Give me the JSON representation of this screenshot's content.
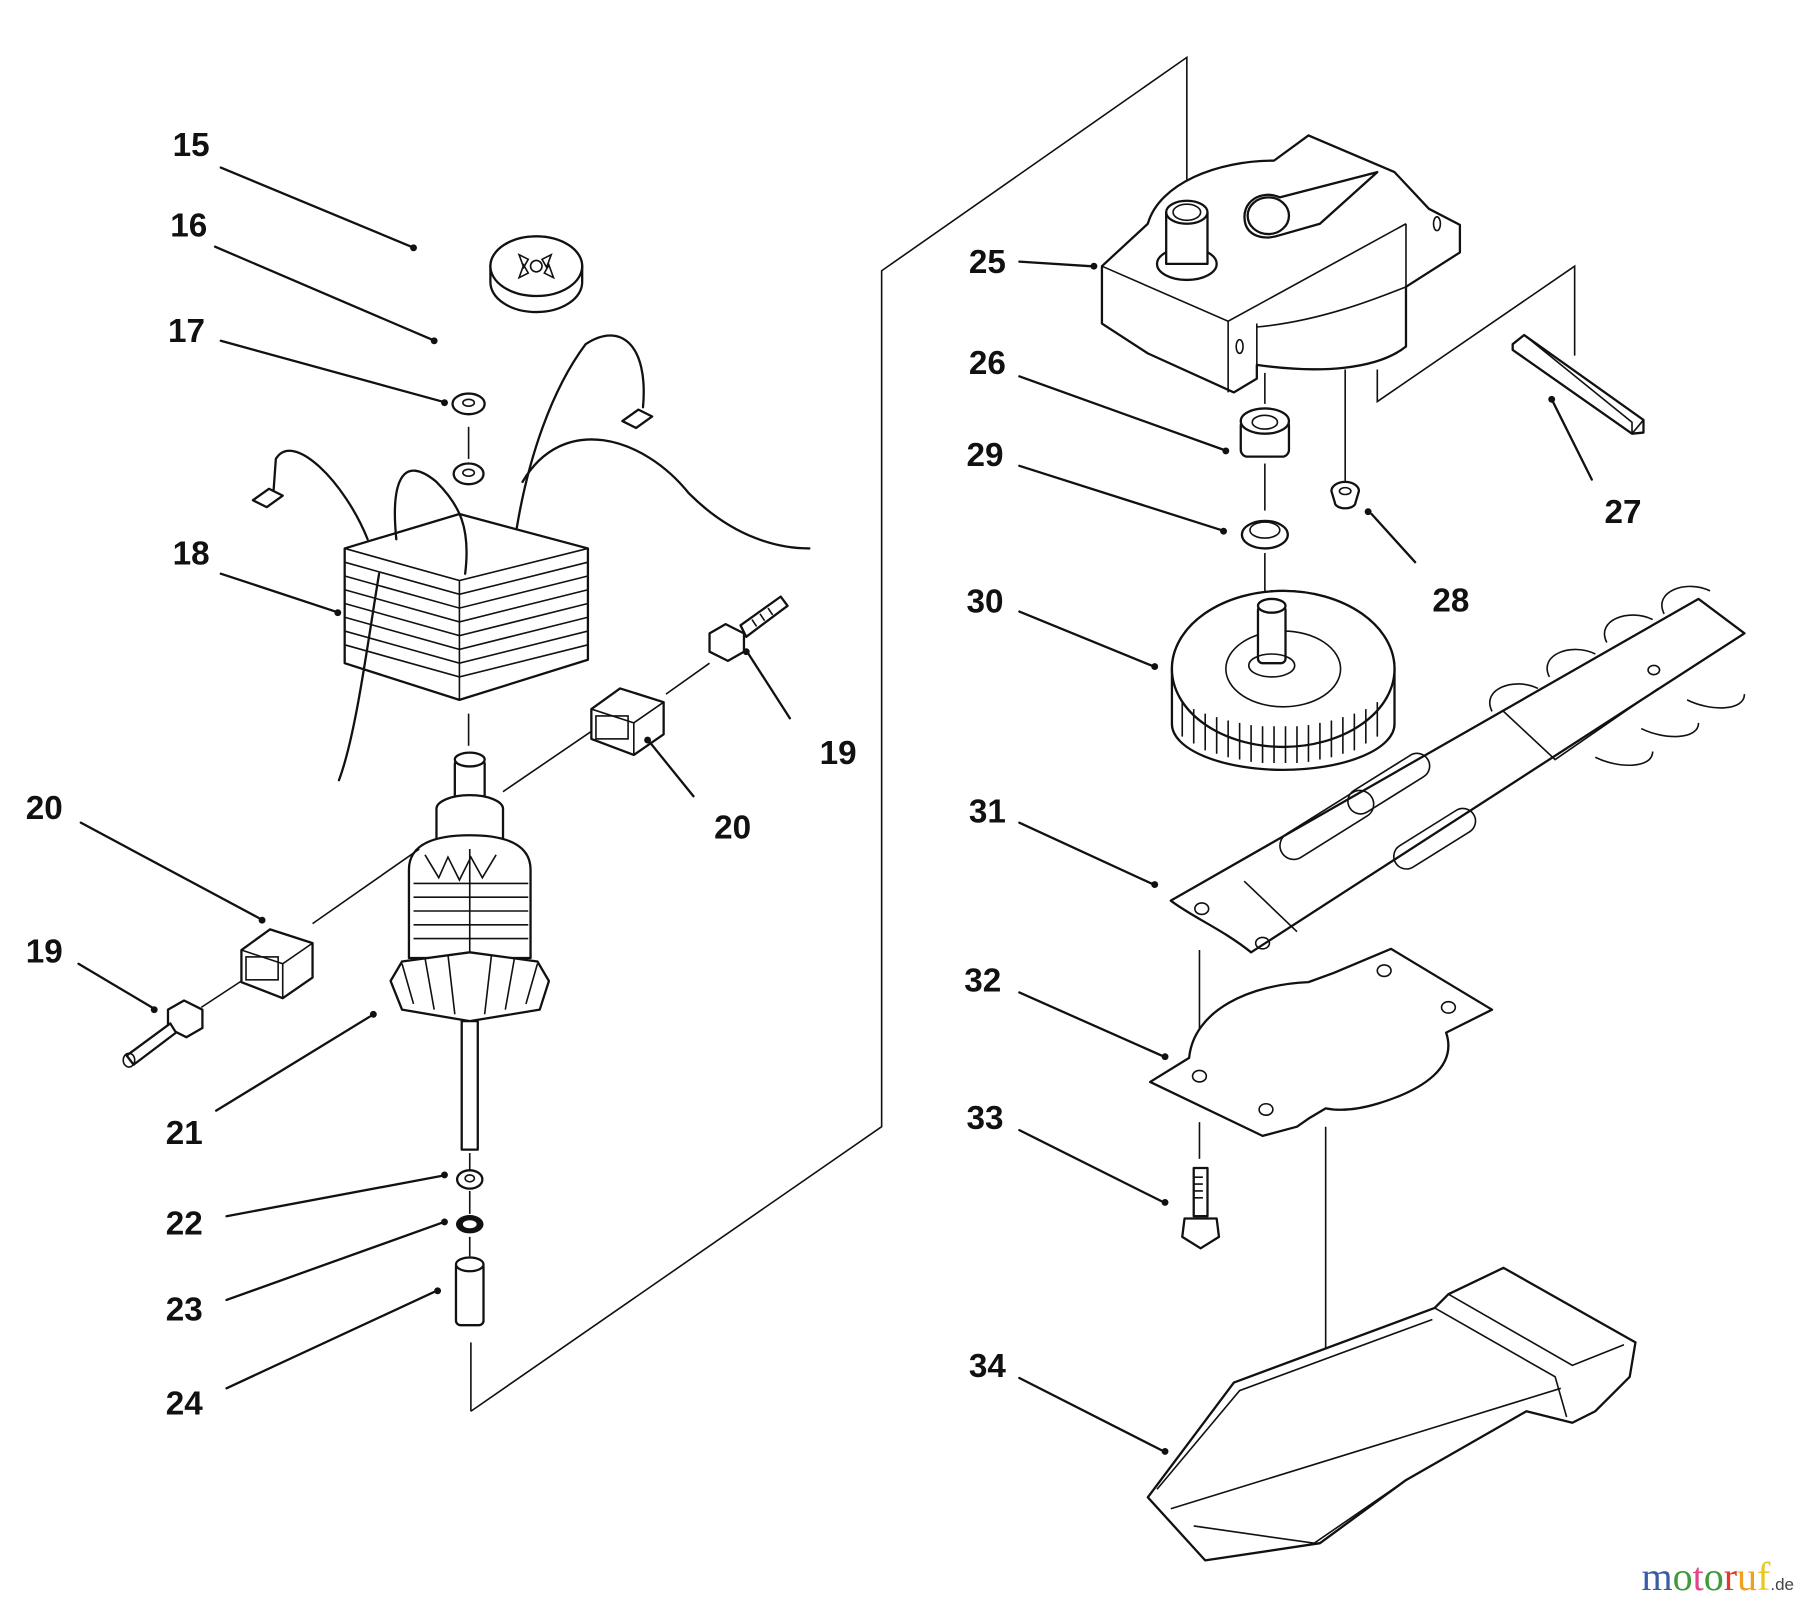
{
  "diagram": {
    "title": "Exploded parts view: motor and gear housing assembly",
    "callouts": [
      {
        "id": "c15",
        "label": "15"
      },
      {
        "id": "c16",
        "label": "16"
      },
      {
        "id": "c17",
        "label": "17"
      },
      {
        "id": "c18",
        "label": "18"
      },
      {
        "id": "c19a",
        "label": "19"
      },
      {
        "id": "c20a",
        "label": "20"
      },
      {
        "id": "c20b",
        "label": "20"
      },
      {
        "id": "c19b",
        "label": "19"
      },
      {
        "id": "c21",
        "label": "21"
      },
      {
        "id": "c22",
        "label": "22"
      },
      {
        "id": "c23",
        "label": "23"
      },
      {
        "id": "c24",
        "label": "24"
      },
      {
        "id": "c25",
        "label": "25"
      },
      {
        "id": "c26",
        "label": "26"
      },
      {
        "id": "c27",
        "label": "27"
      },
      {
        "id": "c28",
        "label": "28"
      },
      {
        "id": "c29",
        "label": "29"
      },
      {
        "id": "c30",
        "label": "30"
      },
      {
        "id": "c31",
        "label": "31"
      },
      {
        "id": "c32",
        "label": "32"
      },
      {
        "id": "c33",
        "label": "33"
      },
      {
        "id": "c34",
        "label": "34"
      }
    ]
  },
  "watermark": {
    "letters": [
      {
        "ch": "m",
        "color": "#3b5ba8"
      },
      {
        "ch": "o",
        "color": "#3f9a3c"
      },
      {
        "ch": "t",
        "color": "#e0468c"
      },
      {
        "ch": "o",
        "color": "#3f9a3c"
      },
      {
        "ch": "r",
        "color": "#e23a2a"
      },
      {
        "ch": "u",
        "color": "#f0a020"
      },
      {
        "ch": "f",
        "color": "#e8c820"
      }
    ],
    "tld": ".de"
  }
}
